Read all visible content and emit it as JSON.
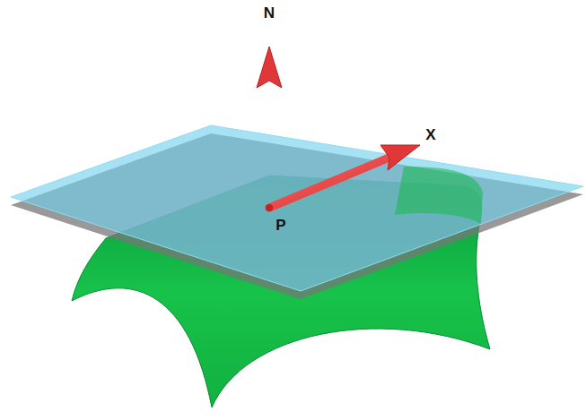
{
  "diagram": {
    "labels": [
      "N",
      "X",
      "P"
    ]
  }
}
